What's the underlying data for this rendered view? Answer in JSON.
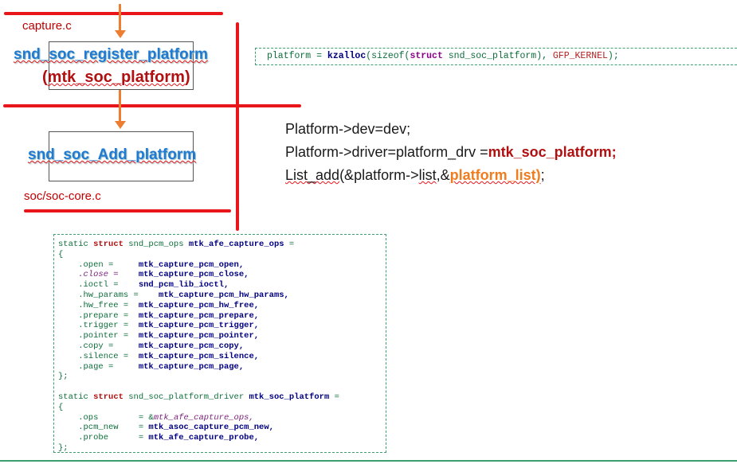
{
  "colors": {
    "red_line": "#e8151b",
    "arrow": "#ed7d31",
    "func_blue": "#1f7ad3",
    "dark_red": "#b01010",
    "code_green": "#0d6e3b"
  },
  "labels": {
    "capture_file": "capture.c",
    "register_func": "snd_soc_register_platform",
    "register_arg_open": "(",
    "register_arg": "mtk_soc_platform",
    "register_arg_close": ")",
    "add_func": "snd_soc_Add_platform",
    "core_file": "soc/soc-core.c"
  },
  "kzalloc": {
    "lhs": "platform = ",
    "func": "kzalloc",
    "open": "(sizeof(",
    "kw": "struct",
    "type": " snd_soc_platform), ",
    "macro": "GFP_KERNEL",
    "close": ");"
  },
  "description": {
    "line1": "Platform->dev=dev;",
    "line2_prefix": "Platform->driver=platform_drv =",
    "line2_hl": "mtk_soc_platform;",
    "line3_a": "List_add",
    "line3_b": "(&platform->",
    "line3_c": "list",
    "line3_d": ",&",
    "line3_hl": "platform_list)",
    "line3_end": ";"
  },
  "code": {
    "ops_decl_a": "static ",
    "ops_decl_kw": "struct",
    "ops_decl_b": " snd_pcm_ops ",
    "ops_decl_name": "mtk_afe_capture_ops",
    "ops_decl_c": " =",
    "open_brace": "{",
    "ops": [
      {
        "field": "    .open =     ",
        "value": "mtk_capture_pcm_open,"
      },
      {
        "field": "    .close =    ",
        "value": "mtk_capture_pcm_close,"
      },
      {
        "field": "    .ioctl =    ",
        "value": "snd_pcm_lib_ioctl,"
      },
      {
        "field": "    .hw_params =    ",
        "value": "mtk_capture_pcm_hw_params,"
      },
      {
        "field": "    .hw_free =  ",
        "value": "mtk_capture_pcm_hw_free,"
      },
      {
        "field": "    .prepare =  ",
        "value": "mtk_capture_pcm_prepare,"
      },
      {
        "field": "    .trigger =  ",
        "value": "mtk_capture_pcm_trigger,"
      },
      {
        "field": "    .pointer =  ",
        "value": "mtk_capture_pcm_pointer,"
      },
      {
        "field": "    .copy =     ",
        "value": "mtk_capture_pcm_copy,"
      },
      {
        "field": "    .silence =  ",
        "value": "mtk_capture_pcm_silence,"
      },
      {
        "field": "    .page =     ",
        "value": "mtk_capture_pcm_page,"
      }
    ],
    "close_brace": "};",
    "plat_decl_a": "static ",
    "plat_decl_kw": "struct",
    "plat_decl_b": " snd_soc_platform_driver ",
    "plat_decl_name": "mtk_soc_platform",
    "plat_decl_c": " =",
    "plat": [
      {
        "field": "    .ops        = ",
        "amp": "&",
        "value": "mtk_afe_capture_ops,"
      },
      {
        "field": "    .pcm_new    = ",
        "amp": "",
        "value": "mtk_asoc_capture_pcm_new,"
      },
      {
        "field": "    .probe      = ",
        "amp": "",
        "value": "mtk_afe_capture_probe,"
      }
    ],
    "plat_close": "};"
  }
}
